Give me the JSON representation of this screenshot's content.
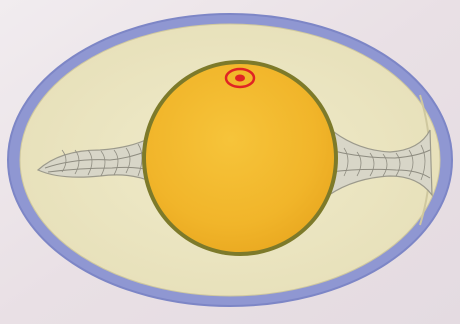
{
  "diagram": {
    "subject": "egg-cross-section",
    "parts": [
      {
        "id": "shell-membrane",
        "color": "#8f97d2"
      },
      {
        "id": "albumen",
        "color": "#ede7c3"
      },
      {
        "id": "chalaza-left",
        "color": "#d8d6c8"
      },
      {
        "id": "chalaza-right",
        "color": "#d8d6c8"
      },
      {
        "id": "yolk",
        "color": "#f1b82a"
      },
      {
        "id": "vitelline-membrane",
        "color": "#7d7a2a"
      },
      {
        "id": "germinal-disc",
        "color": "#e02424"
      }
    ],
    "background_color": "#ece4e8"
  }
}
